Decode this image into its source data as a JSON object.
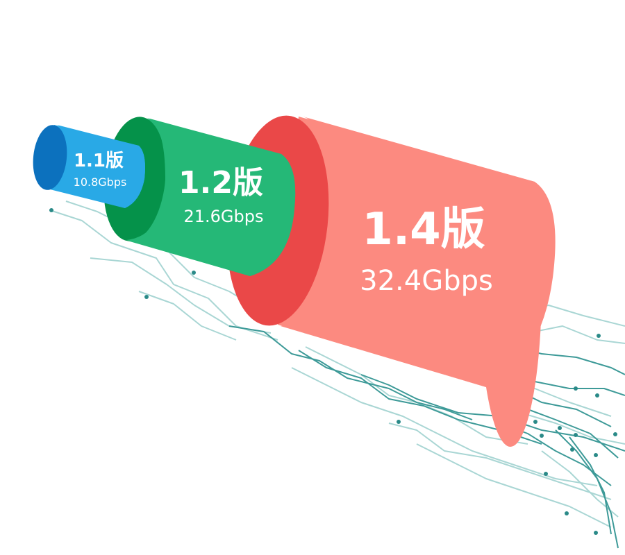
{
  "colors": {
    "circuit_trace": "#3d9a98",
    "circuit_trace_light": "#a9d6d4",
    "circuit_dot": "#2a8a88"
  },
  "cylinders": [
    {
      "id": "v11",
      "version": "1.1版",
      "speed": "10.8Gbps",
      "body_color": "#29a9e6",
      "end_color": "#0c71be"
    },
    {
      "id": "v12",
      "version": "1.2版",
      "speed": "21.6Gbps",
      "body_color": "#25b877",
      "end_color": "#05924a"
    },
    {
      "id": "v14",
      "version": "1.4版",
      "speed": "32.4Gbps",
      "body_color": "#fc8a80",
      "end_color": "#ea4848"
    }
  ]
}
